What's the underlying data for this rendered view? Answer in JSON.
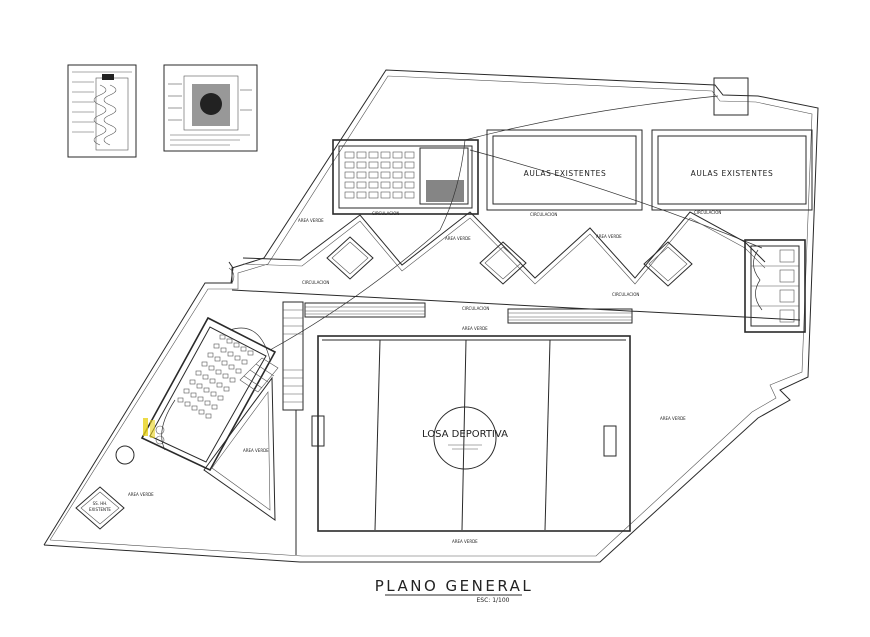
{
  "drawing": {
    "title": "PLANO GENERAL",
    "scale": "ESC: 1/100"
  },
  "labels": {
    "aulas_1": "AULAS EXISTENTES",
    "aulas_2": "AULAS EXISTENTES",
    "losa": "LOSA DEPORTIVA",
    "area_verde": "AREA VERDE",
    "circulacion": "CIRCULACION",
    "ss_hh_existente_1": "SS. HH.",
    "ss_hh_existente_2": "EXISTENTE"
  },
  "colors": {
    "line": "#2a2a2a",
    "highlight": "#e8d21a"
  }
}
